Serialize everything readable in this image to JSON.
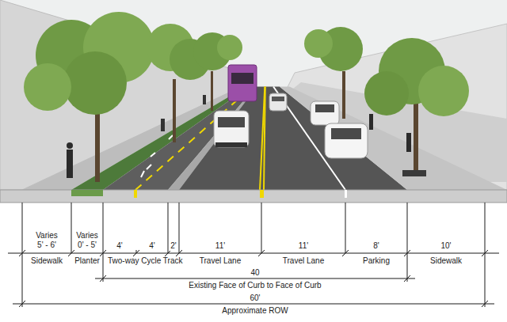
{
  "diagram": {
    "labels": [
      "Varies",
      "5' - 6'",
      "Varies",
      "0' - 5'",
      "4'",
      "4'",
      "2'",
      "11'",
      "11'",
      "8'",
      "10'",
      "Sidewalk",
      "Planter",
      "Two-way Cycle Track",
      "Travel Lane",
      "Travel Lane",
      "Parking",
      "Sidewalk",
      "40",
      "Existing Face of Curb to Face of Curb",
      "60'",
      "Approximate ROW"
    ]
  }
}
